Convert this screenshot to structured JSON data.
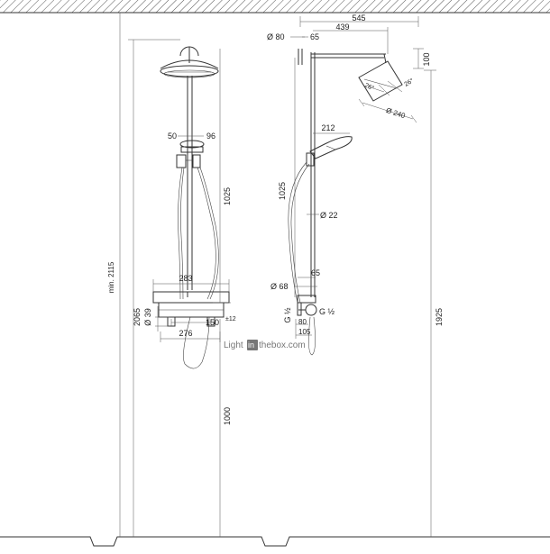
{
  "front": {
    "height_total": "min. 2115",
    "height_2065": "2065",
    "height_1025": "1025",
    "height_1000": "1000",
    "width_283": "283",
    "dim_50": "50",
    "dim_96": "96",
    "diam_39": "Ø 39",
    "dim_150": "150",
    "dim_pm12": "±12",
    "width_276": "276"
  },
  "side": {
    "reach_545": "545",
    "reach_439": "439",
    "diam_80": "Ø 80",
    "dim_65_top": "65",
    "dim_100": "100",
    "diam_240": "Ø 240",
    "angle_label": "26°",
    "dim_212": "212",
    "height_1025": "1025",
    "diam_22": "Ø 22",
    "dim_65_mid": "65",
    "diam_68": "Ø 68",
    "thread_left": "G ½",
    "thread_right": "G ½",
    "dim_80": "80",
    "dim_105": "105",
    "height_1925": "1925"
  },
  "watermark": {
    "left": "Light",
    "box": "in",
    "right": "thebox.com"
  }
}
